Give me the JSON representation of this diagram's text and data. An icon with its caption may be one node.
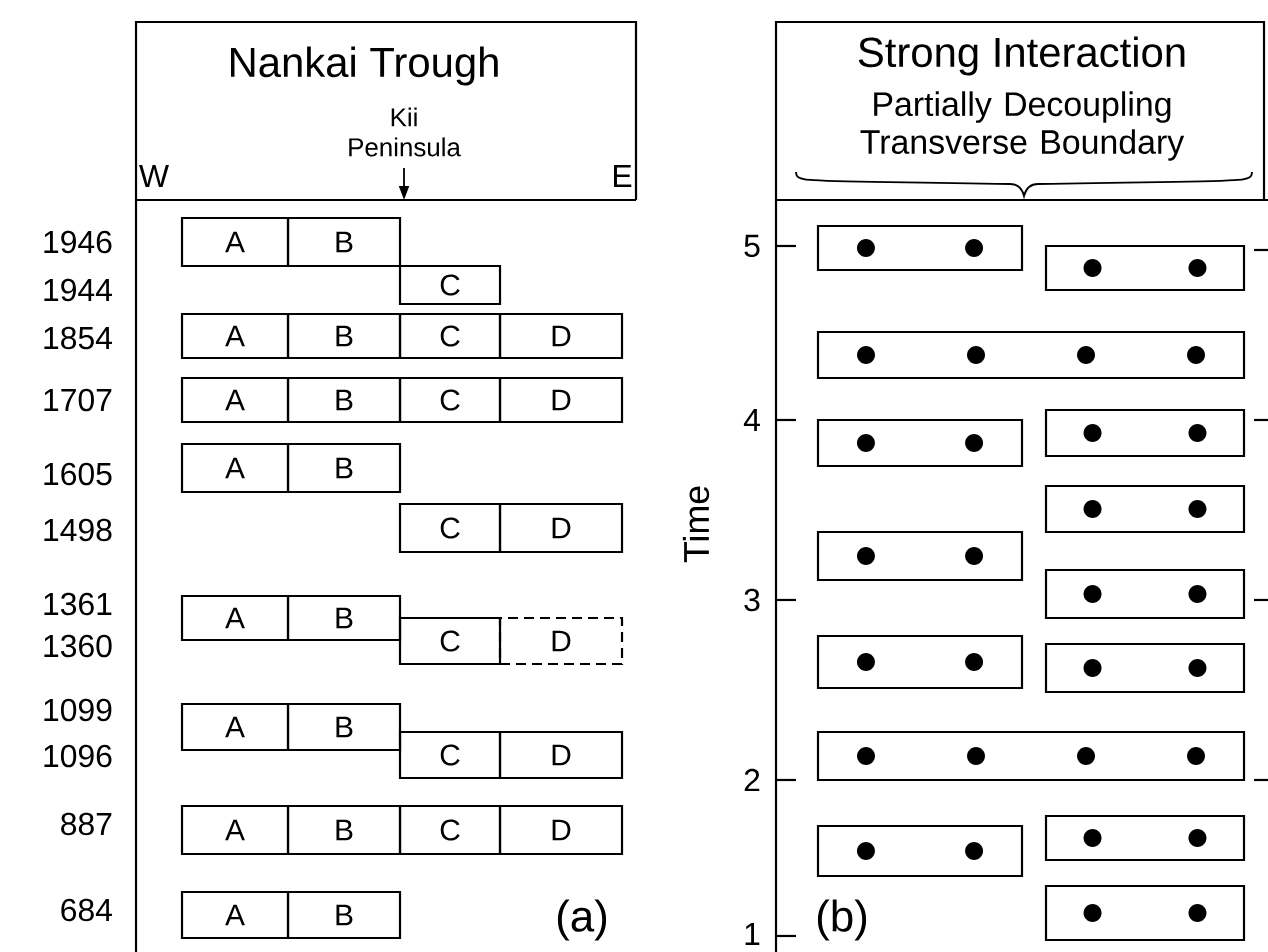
{
  "diagram": {
    "nodes": [
      {
        "text": [
          "A"
        ]
      },
      {
        "text": [
          "B"
        ]
      },
      {
        "text": [
          "C"
        ]
      },
      {
        "text": [
          "A"
        ]
      },
      {
        "text": [
          "B"
        ]
      },
      {
        "text": [
          "C"
        ]
      },
      {
        "text": [
          "D"
        ]
      },
      {
        "text": [
          "A"
        ]
      },
      {
        "text": [
          "B"
        ]
      },
      {
        "text": [
          "C"
        ]
      },
      {
        "text": [
          "D"
        ]
      },
      {
        "text": [
          "A"
        ]
      },
      {
        "text": [
          "B"
        ]
      },
      {
        "text": [
          "C"
        ]
      },
      {
        "text": [
          "D"
        ]
      },
      {
        "text": [
          "A"
        ]
      },
      {
        "text": [
          "B"
        ]
      },
      {
        "text": [
          "C"
        ]
      },
      {
        "text": [
          "D"
        ]
      },
      {
        "text": [
          "A"
        ]
      },
      {
        "text": [
          "B"
        ]
      },
      {
        "text": [
          "C"
        ]
      },
      {
        "text": [
          "D"
        ]
      },
      {
        "text": [
          "A"
        ]
      },
      {
        "text": [
          "B"
        ]
      },
      {
        "text": [
          "C"
        ]
      },
      {
        "text": [
          "D"
        ]
      },
      {
        "text": [
          "A"
        ]
      },
      {
        "text": [
          "B"
        ]
      },
      {
        "text": [],
        "shape": "box"
      },
      {
        "text": [],
        "shape": "box"
      },
      {
        "text": [],
        "shape": "box"
      },
      {
        "text": [],
        "shape": "box"
      },
      {
        "text": [],
        "shape": "box"
      },
      {
        "text": [],
        "shape": "box"
      },
      {
        "text": [],
        "shape": "box"
      },
      {
        "text": [],
        "shape": "box"
      },
      {
        "text": [],
        "shape": "box"
      },
      {
        "text": [],
        "shape": "box"
      },
      {
        "text": [],
        "shape": "box"
      },
      {
        "text": [],
        "shape": "box"
      },
      {
        "text": [],
        "shape": "box"
      },
      {
        "text": [],
        "shape": "box"
      }
    ],
    "labels": [
      "Nankai Trough",
      "Kii Peninsula",
      "W",
      "E",
      "Strong Interaction",
      "Partially Decoupling Transverse Boundary",
      "1946",
      "1944",
      "1854",
      "1707",
      "1605",
      "1498",
      "1361",
      "1360",
      "1099",
      "1096",
      "887",
      "684",
      "5",
      "4",
      "Time",
      "3",
      "2",
      "(a)",
      "(b)",
      "1"
    ]
  }
}
